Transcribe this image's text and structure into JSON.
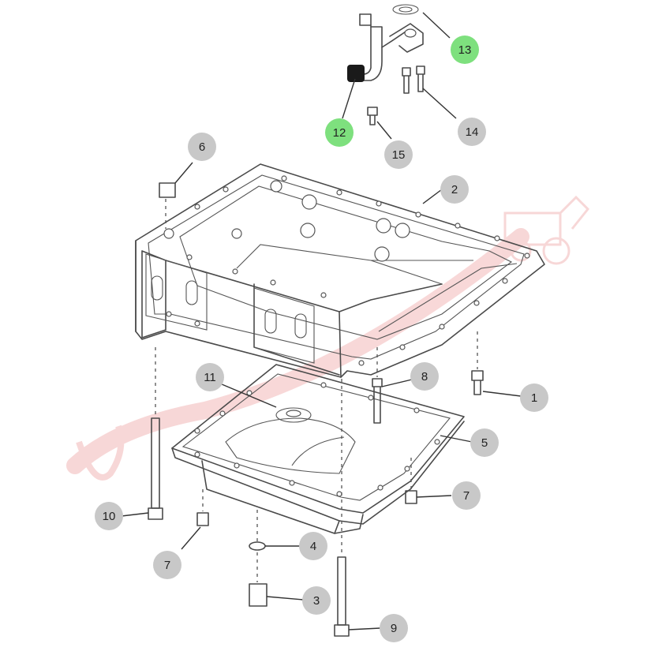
{
  "diagram": {
    "callouts": [
      {
        "label": "1",
        "highlight": false
      },
      {
        "label": "2",
        "highlight": false
      },
      {
        "label": "3",
        "highlight": false
      },
      {
        "label": "4",
        "highlight": false
      },
      {
        "label": "5",
        "highlight": false
      },
      {
        "label": "6",
        "highlight": false
      },
      {
        "label": "7",
        "highlight": false
      },
      {
        "label": "7",
        "highlight": false
      },
      {
        "label": "8",
        "highlight": false
      },
      {
        "label": "9",
        "highlight": false
      },
      {
        "label": "10",
        "highlight": false
      },
      {
        "label": "11",
        "highlight": false
      },
      {
        "label": "12",
        "highlight": true
      },
      {
        "label": "13",
        "highlight": true
      },
      {
        "label": "14",
        "highlight": false
      },
      {
        "label": "15",
        "highlight": false
      }
    ],
    "colors": {
      "callout_fill": "#c8c8c8",
      "callout_highlight": "#7ee07e",
      "line": "#4a4a4a",
      "watermark": "#f2b8b8"
    }
  }
}
